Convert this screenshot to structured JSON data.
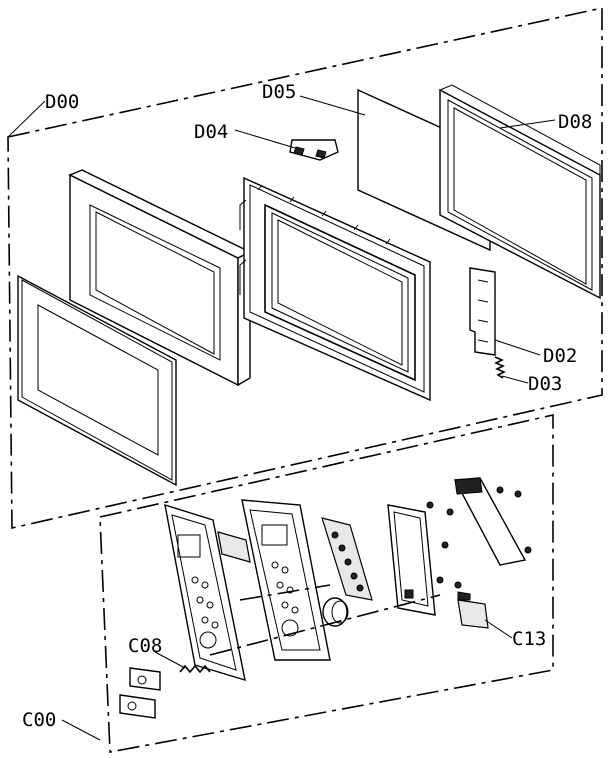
{
  "labels": {
    "d00": "D00",
    "d05": "D05",
    "d04": "D04",
    "d08": "D08",
    "d02": "D02",
    "d03": "D03",
    "c08": "C08",
    "c13": "C13",
    "c00": "C00"
  }
}
